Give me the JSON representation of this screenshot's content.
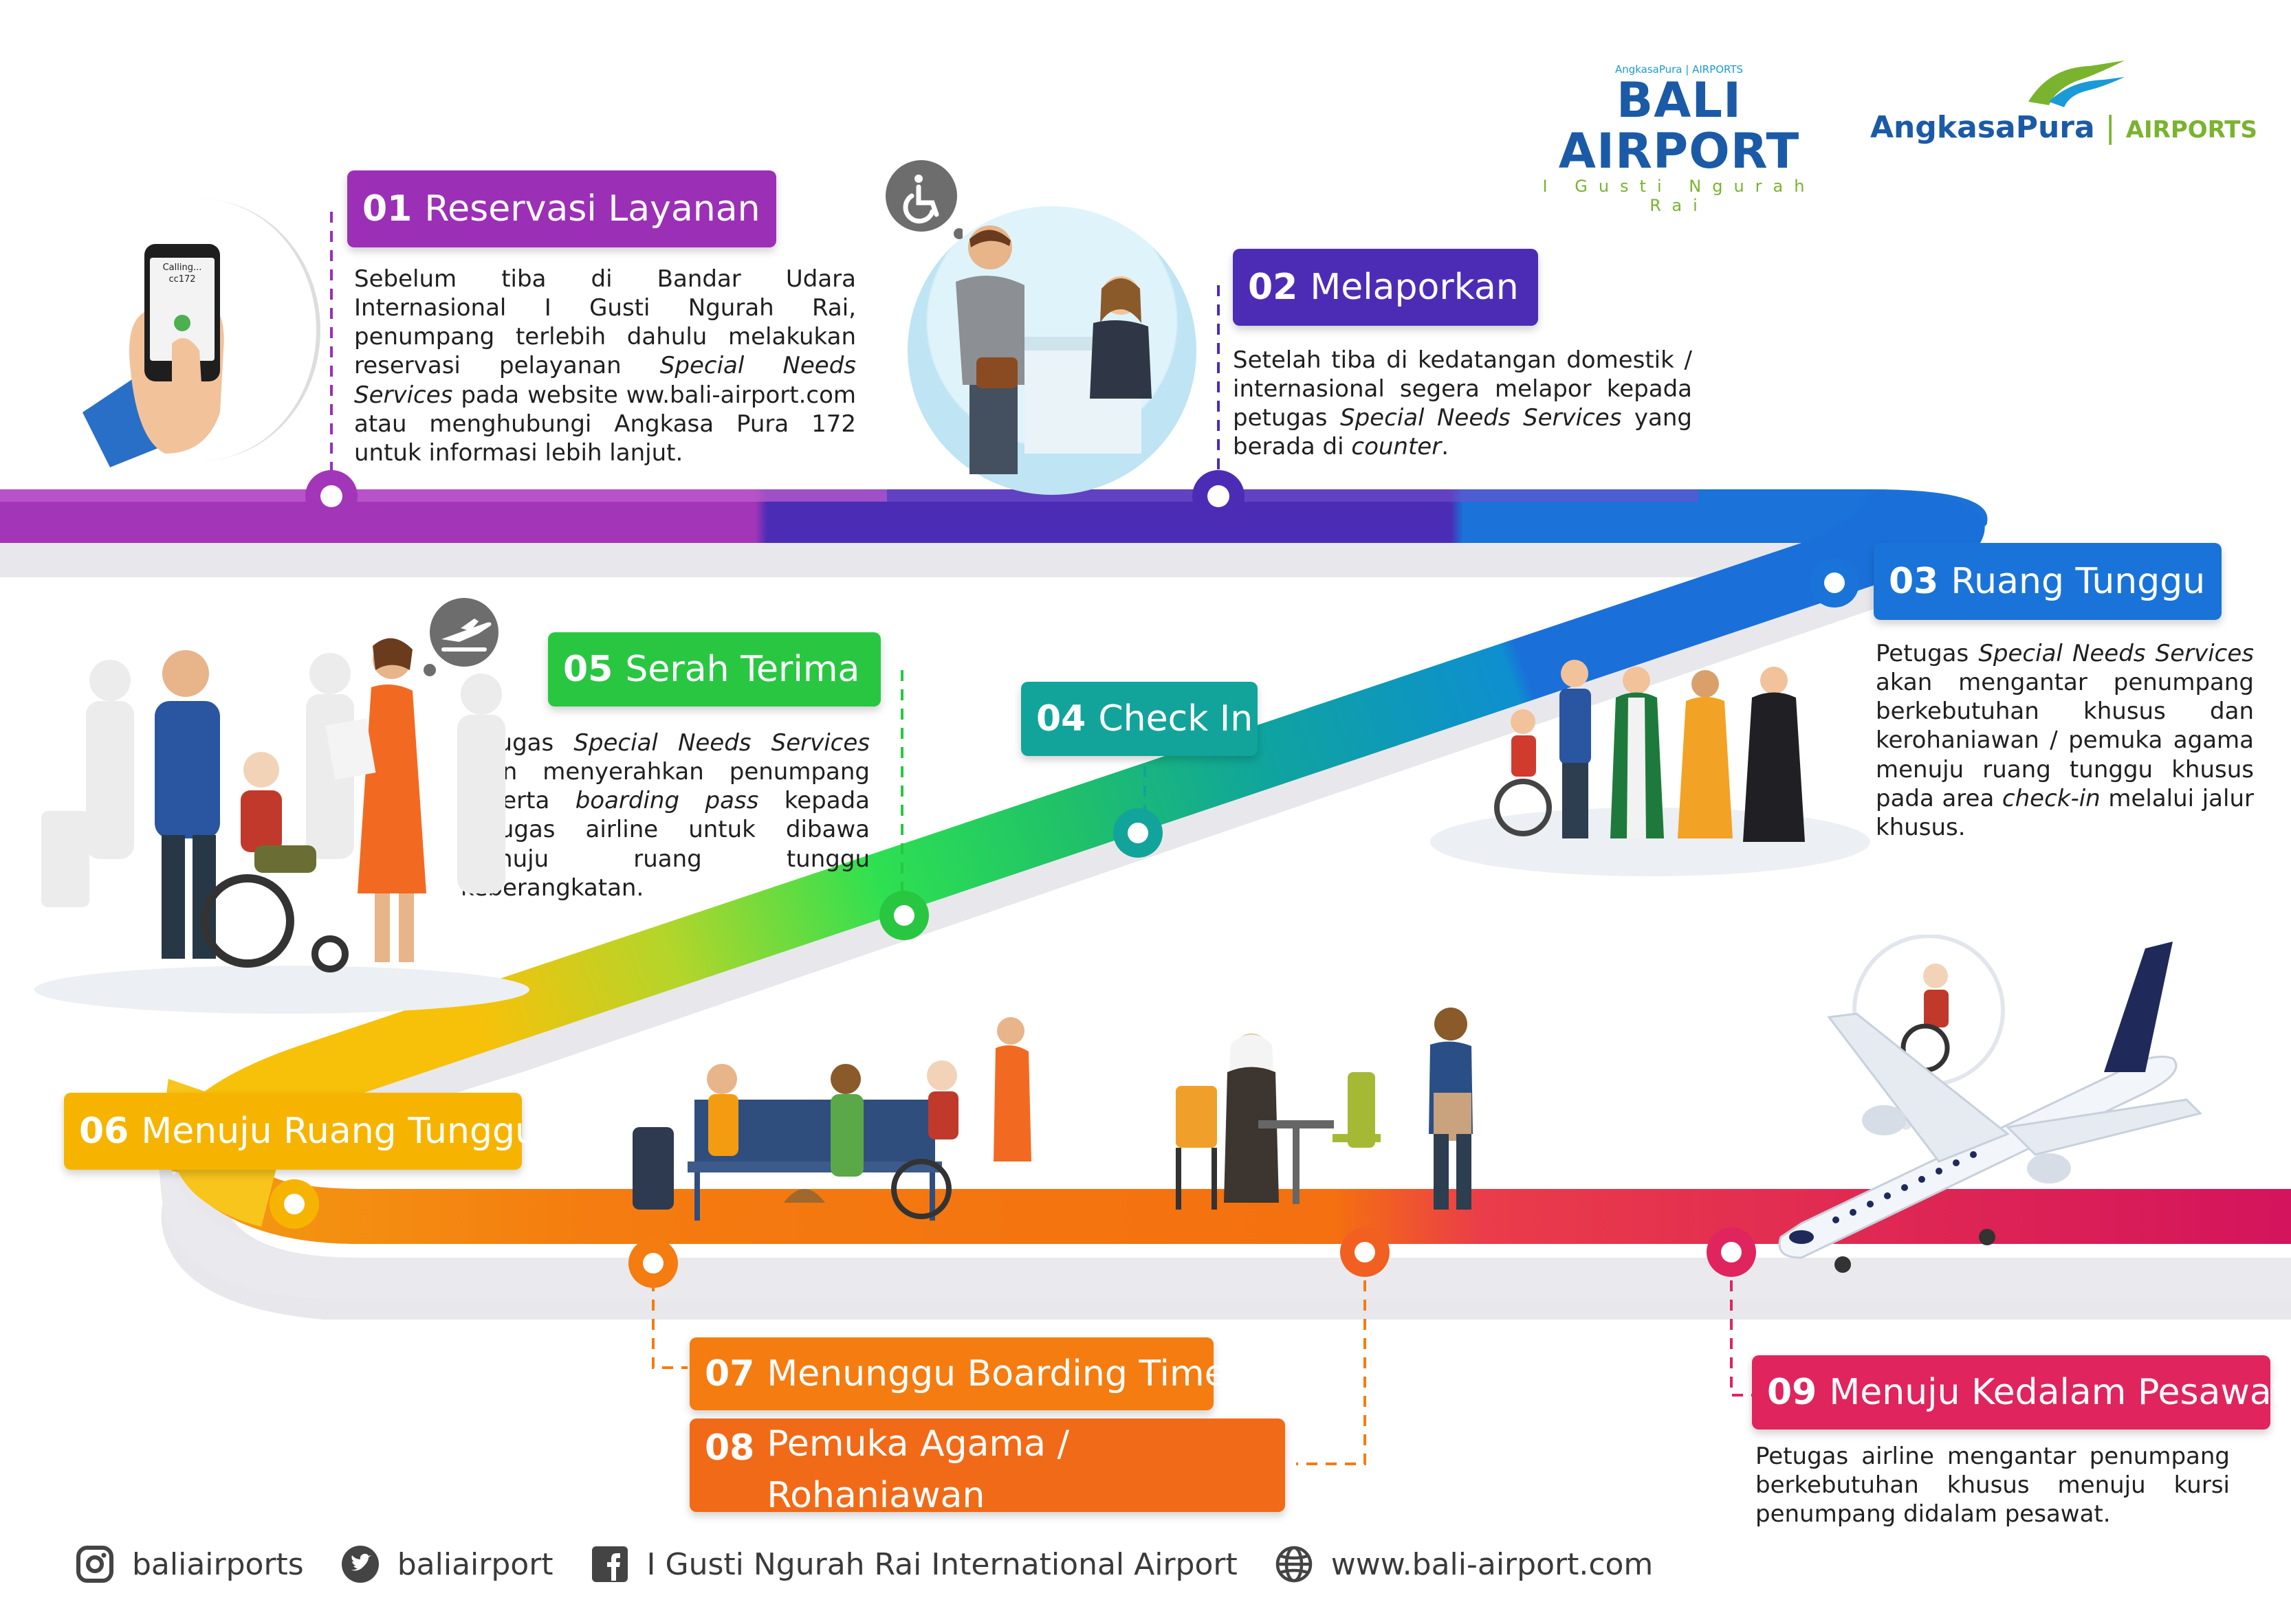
{
  "logos": {
    "bali_airport": {
      "tag": "AngkasaPura | AIRPORTS",
      "name": "BALI AIRPORT",
      "subtitle": "I Gusti Ngurah Rai"
    },
    "angkasa_pura": {
      "name": "AngkasaPura",
      "separator": "|",
      "suffix": "AIRPORTS"
    }
  },
  "colors": {
    "step1": "#9b2fb6",
    "step2": "#4d2cb5",
    "step3": "#1a73d9",
    "step4": "#12a49a",
    "step5": "#29c741",
    "step6": "#f6b400",
    "step7": "#f47c10",
    "step9": "#e0245e"
  },
  "phone_screen": {
    "line1": "Calling...",
    "line2": "cc172"
  },
  "steps": [
    {
      "num": "01",
      "title": "Reservasi Layanan",
      "icon": "phone-call-icon",
      "desc_parts": [
        {
          "t": "Sebelum tiba di Bandar Udara Internasional I Gusti Ngurah Rai, penumpang terlebih dahulu melakukan reservasi pelayanan "
        },
        {
          "t": "Special Needs Services",
          "i": true
        },
        {
          "t": " pada website ww.bali-airport.com atau menghubungi Angkasa Pura 172 untuk informasi lebih lanjut."
        }
      ]
    },
    {
      "num": "02",
      "title": "Melaporkan",
      "icon": "wheelchair-icon",
      "desc_parts": [
        {
          "t": "Setelah tiba di kedatangan domestik / internasional segera melapor kepada petugas "
        },
        {
          "t": "Special Needs Services",
          "i": true
        },
        {
          "t": " yang berada di "
        },
        {
          "t": "counter",
          "i": true
        },
        {
          "t": "."
        }
      ]
    },
    {
      "num": "03",
      "title": "Ruang Tunggu",
      "icon": "people-waiting-icon",
      "desc_parts": [
        {
          "t": "Petugas "
        },
        {
          "t": "Special Needs Services",
          "i": true
        },
        {
          "t": " akan mengantar penumpang berkebutuhan khusus dan kerohaniawan / pemuka agama menuju ruang tunggu khusus pada area "
        },
        {
          "t": "check-in",
          "i": true
        },
        {
          "t": " melalui jalur khusus."
        }
      ]
    },
    {
      "num": "04",
      "title": "Check In"
    },
    {
      "num": "05",
      "title": "Serah Terima",
      "icon": "departure-plane-icon",
      "desc_parts": [
        {
          "t": "Petugas "
        },
        {
          "t": "Special Needs Services",
          "i": true
        },
        {
          "t": " akan menyerahkan penumpang beserta "
        },
        {
          "t": "boarding pass",
          "i": true
        },
        {
          "t": " kepada petugas airline untuk dibawa menuju ruang tunggu keberangkatan."
        }
      ]
    },
    {
      "num": "06",
      "title": "Menuju Ruang Tunggu"
    },
    {
      "num": "07",
      "title": "Menunggu Boarding Time"
    },
    {
      "num": "08",
      "title_line1": "Pemuka Agama / Rohaniawan",
      "title_line2": "Menunggu di Lounges"
    },
    {
      "num": "09",
      "title": "Menuju Kedalam Pesawat",
      "desc_parts": [
        {
          "t": "Petugas airline mengantar penumpang berkebutuhan khusus menuju kursi penumpang didalam pesawat."
        }
      ]
    }
  ],
  "footer": {
    "instagram": "baliairports",
    "twitter": "baliairport",
    "facebook": "I Gusti Ngurah Rai International Airport",
    "website": "www.bali-airport.com",
    "icons": [
      "instagram-icon",
      "twitter-icon",
      "facebook-icon",
      "globe-icon"
    ]
  }
}
